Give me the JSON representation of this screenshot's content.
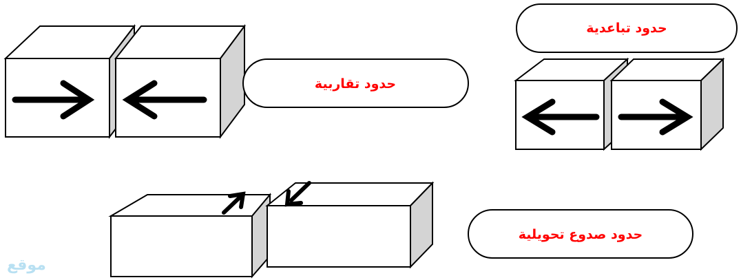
{
  "labels": {
    "convergent": "حدود تقاربية",
    "divergent": "حدود تباعدية",
    "transform": "حدود صدوع تحويلية"
  },
  "watermark": "موقع",
  "colors": {
    "label_text": "#ff0000",
    "outline": "#000000",
    "block_front": "#ffffff",
    "block_top": "#ffffff",
    "block_side": "#d4d4d4",
    "watermark": "#b8e0f2"
  }
}
